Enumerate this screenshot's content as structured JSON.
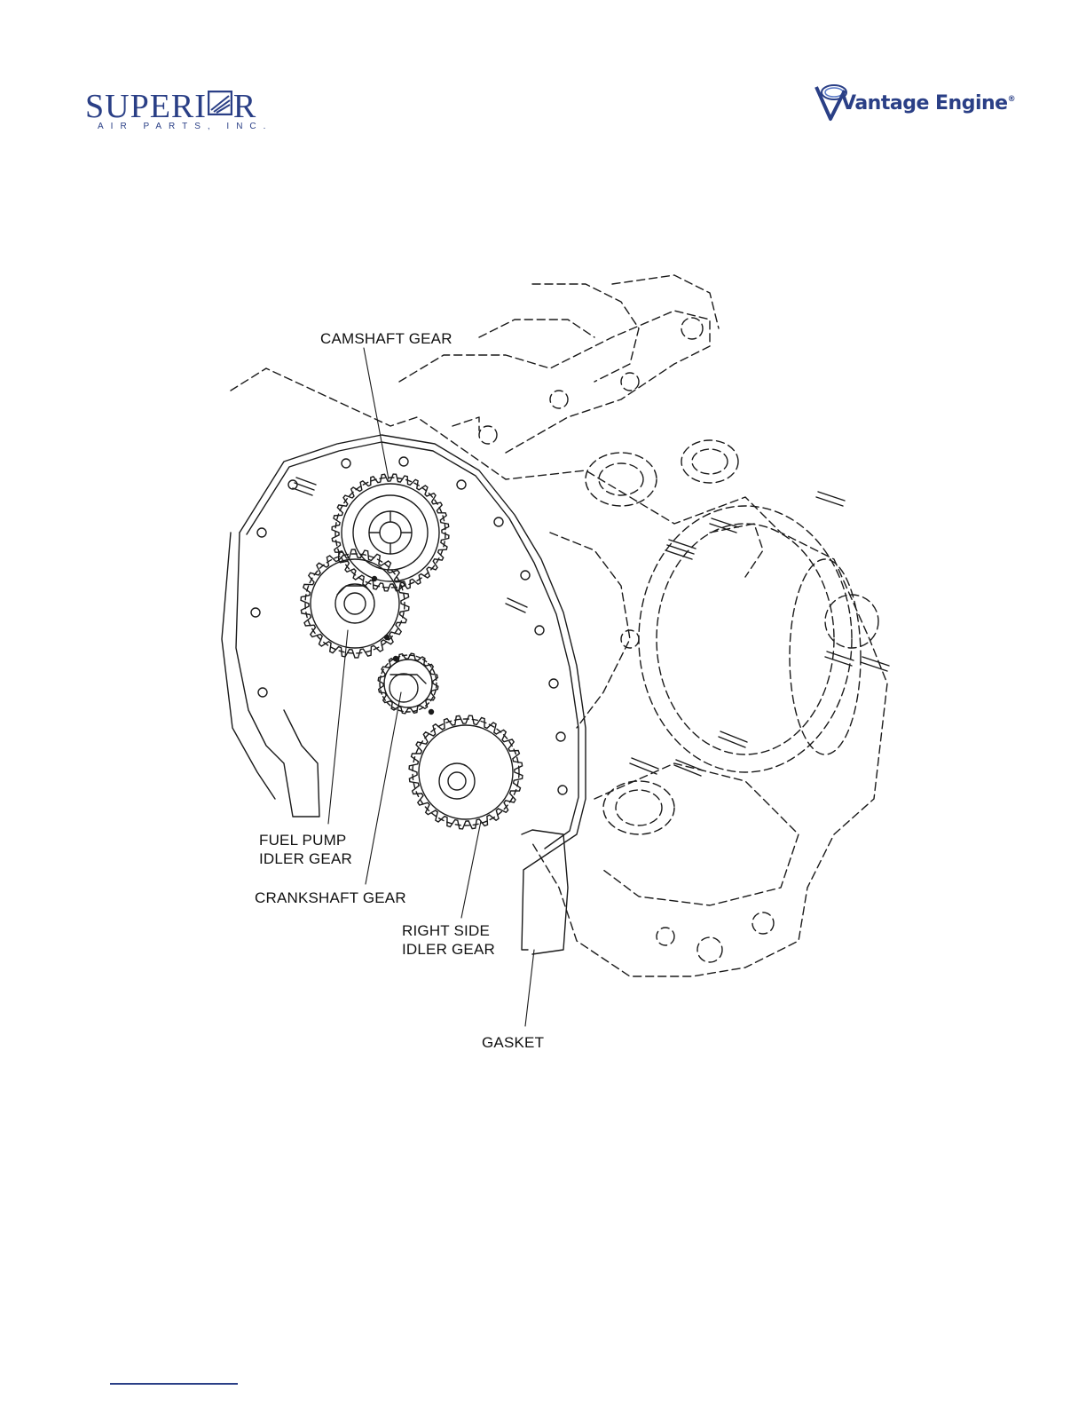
{
  "header": {
    "left_logo": {
      "wordmark": "SUPERIOR",
      "subline": "AIR PARTS, INC."
    },
    "right_logo": {
      "wordmark": "Vantage Engine",
      "mark": "®"
    }
  },
  "figure": {
    "callouts": {
      "camshaft_gear": "CAMSHAFT GEAR",
      "fuel_pump_idler_gear": "FUEL PUMP\nIDLER GEAR",
      "crankshaft_gear": "CRANKSHAFT GEAR",
      "right_side_idler_gear": "RIGHT SIDE\nIDLER GEAR",
      "gasket": "GASKET"
    }
  },
  "colors": {
    "brand_blue": "#2a3f86",
    "line": "#1a1a1a"
  }
}
